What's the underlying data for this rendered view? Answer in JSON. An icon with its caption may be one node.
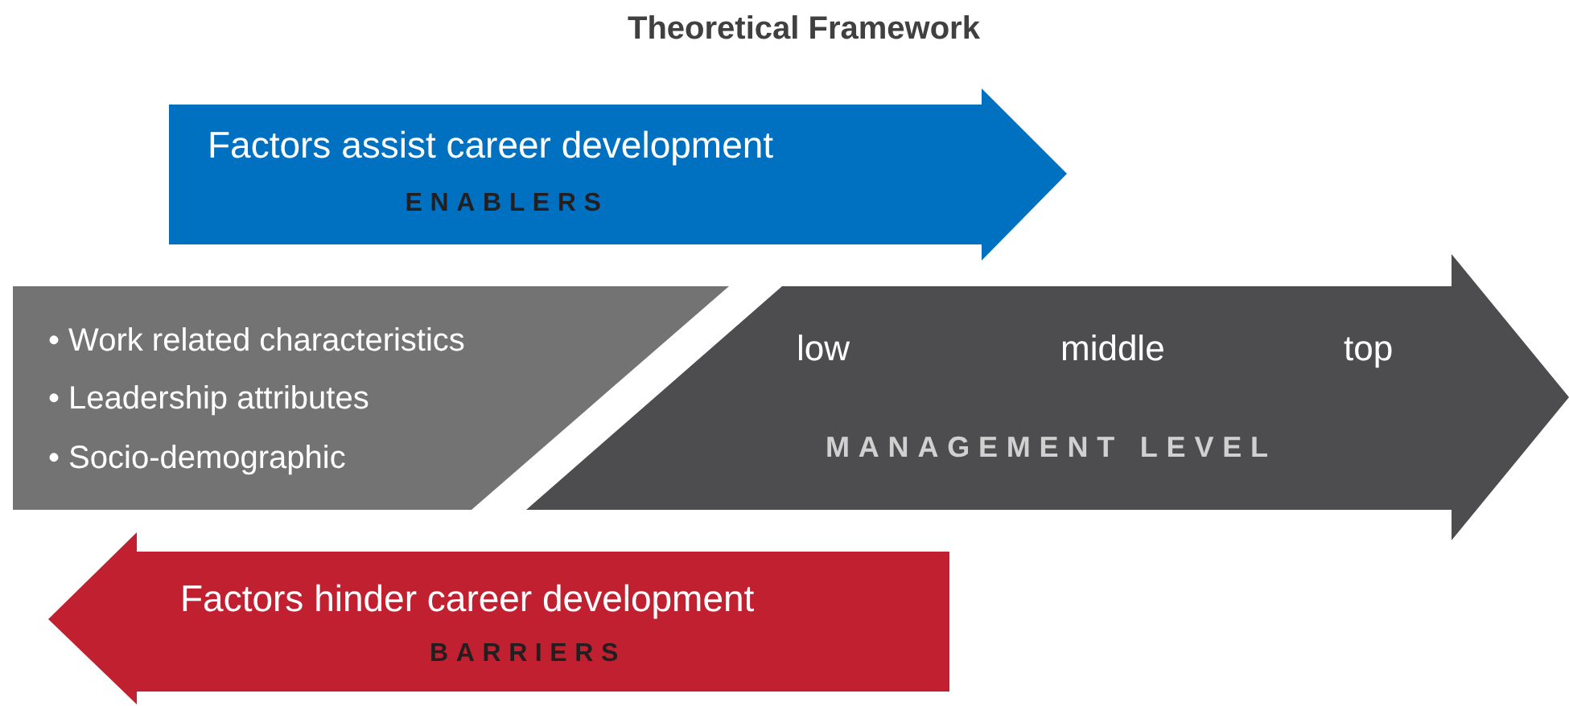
{
  "diagram": {
    "title": "Theoretical Framework",
    "nodes": [
      {
        "text": [
          "Factors assist career development",
          "ENABLERS"
        ]
      },
      {
        "text": [
          "• Work related characteristics",
          "• Leadership attributes",
          "• Socio-demographic"
        ]
      },
      {
        "text": [
          "low",
          "middle",
          "top",
          "MANAGEMENT LEVEL"
        ]
      },
      {
        "text": [
          "Factors hinder career development",
          "BARRIERS"
        ]
      }
    ]
  }
}
